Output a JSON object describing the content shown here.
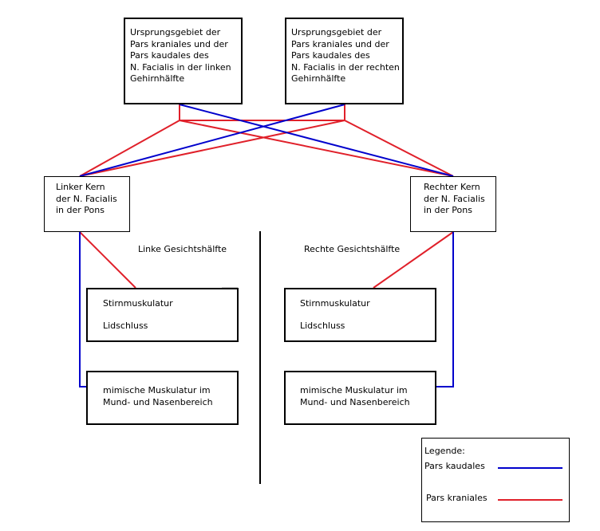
{
  "origin_left": "Ursprungsgebiet der\nPars kraniales  und der\nPars kaudales des\nN. Facialis in der linken\nGehirnhälfte",
  "origin_right": "Ursprungsgebiet der\nPars kraniales  und der\nPars kaudales des\nN. Facialis in der rechten\nGehirnhälfte",
  "nucleus_left": "Linker Kern\nder N. Facialis\nin der Pons",
  "nucleus_right": "Rechter Kern\nder N. Facialis\nin der Pons",
  "face_left_caption": "Linke Gesichtshälfte",
  "face_right_caption": "Rechte Gesichtshälfte",
  "upper_muscles_line1": "Stirnmuskulatur",
  "upper_muscles_line2": "Lidschluss",
  "lower_muscles": "mimische Muskulatur im\nMund- und Nasenbereich",
  "legend": {
    "title": "Legende:",
    "kaudales_label": "Pars kaudales",
    "kraniales_label": "Pars kraniales"
  },
  "colors": {
    "pars_kaudales": "#0000cc",
    "pars_kraniales": "#e0202a"
  }
}
